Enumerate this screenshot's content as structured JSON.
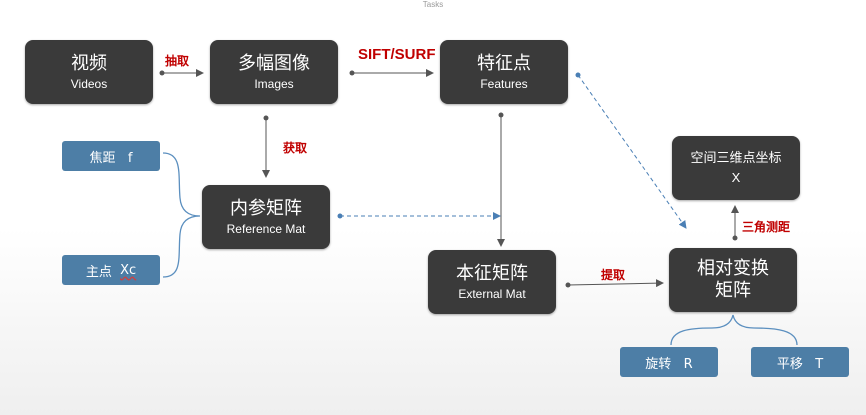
{
  "watermark": "Tasks",
  "nodes": {
    "videos": {
      "zh": "视频",
      "en": "Videos"
    },
    "images": {
      "zh": "多幅图像",
      "en": "Images"
    },
    "features": {
      "zh": "特征点",
      "en": "Features"
    },
    "reference": {
      "zh": "内参矩阵",
      "en": "Reference Mat"
    },
    "external": {
      "zh": "本征矩阵",
      "en": "External Mat"
    },
    "relative": {
      "zh": "相对变换",
      "zh2": "矩阵"
    },
    "point3d": {
      "zh": "空间三维点坐标",
      "en": "X"
    }
  },
  "params": {
    "focal": "焦距   f",
    "principal_zh": "主点  ",
    "principal_var": "Xc",
    "rotation": "旋转   R",
    "translation": "平移   T"
  },
  "edge_labels": {
    "extract": "抽取",
    "sift": "SIFT/SURF",
    "acquire": "获取",
    "extract2": "提取",
    "triangulation": "三角测距"
  },
  "colors": {
    "node": "#3a3a3a",
    "param": "#4d7ea6",
    "edge_label": "#c00000",
    "dashed_arrow": "#4a7fb5"
  }
}
